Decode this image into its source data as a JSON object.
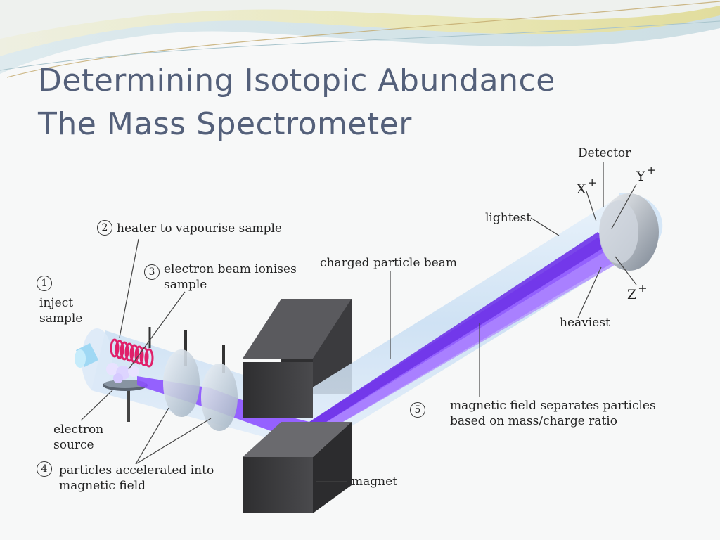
{
  "slide": {
    "title_line1": "Determining Isotopic Abundance",
    "title_line2": "The Mass Spectrometer"
  },
  "colors": {
    "title": "#54607a",
    "beam": "#8a4dff",
    "tube": "#cfe4f8",
    "magnet": "#3a3a3c",
    "heater": "#e0206a"
  },
  "diagram": {
    "labels": {
      "inject": "inject\nsample",
      "heater": "heater to vapourise sample",
      "electron_beam": "electron beam ionises\nsample",
      "electron_source": "electron\nsource",
      "accelerated": "particles accelerated into\nmagnetic field",
      "magnet": "magnet",
      "charged_beam": "charged particle beam",
      "field_separates": "magnetic field separates particles\nbased on mass/charge ratio",
      "detector": "Detector",
      "lightest": "lightest",
      "heaviest": "heaviest"
    },
    "steps": {
      "s1": "1",
      "s2": "2",
      "s3": "3",
      "s4": "4",
      "s5": "5"
    },
    "ions": {
      "x": "X",
      "y": "Y",
      "z": "Z",
      "charge": "+"
    }
  }
}
